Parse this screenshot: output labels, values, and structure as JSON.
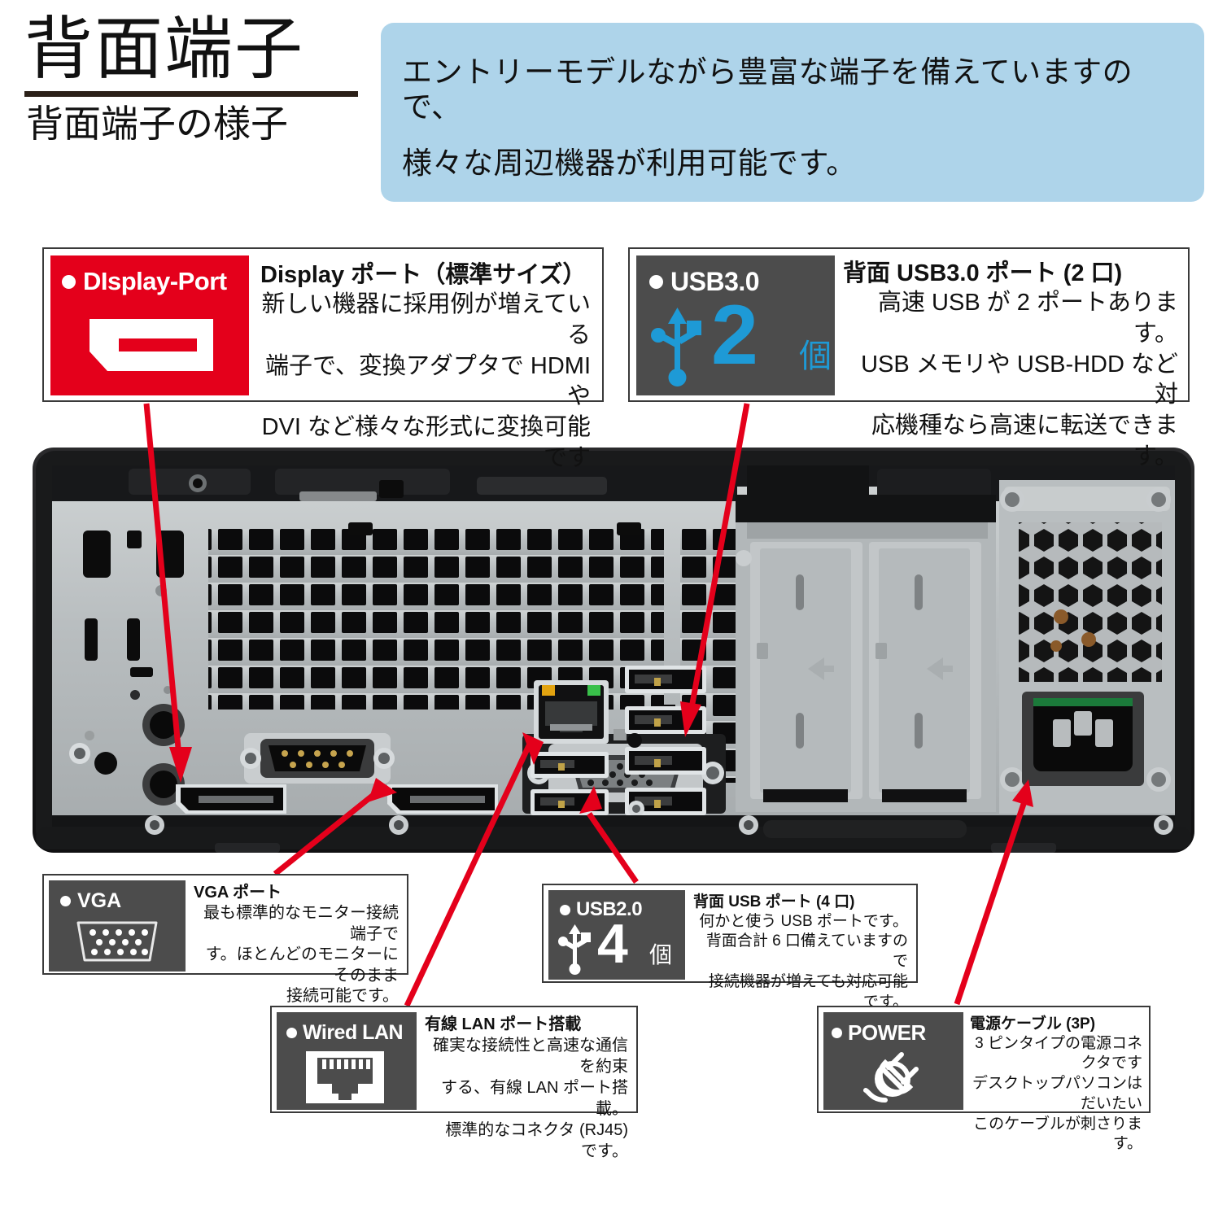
{
  "header": {
    "main_title": "背面端子",
    "sub_title": "背面端子の様子",
    "intro_line1": "エントリーモデルながら豊富な端子を備えていますので、",
    "intro_line2": "様々な周辺機器が利用可能です。",
    "intro_bg": "#aed4ea"
  },
  "callouts": {
    "displayport": {
      "badge_label": "DIsplay-Port",
      "badge_color": "#e4001b",
      "icon": "displayport-icon",
      "heading": "Display ポート（標準サイズ）",
      "lines": [
        "新しい機器に採用例が増えている",
        "端子で、変換アダプタで HDMI や",
        "DVI など様々な形式に変換可能です"
      ]
    },
    "usb3": {
      "badge_label": "USB3.0",
      "badge_color": "#4c4c4c",
      "accent_color": "#1e9ad6",
      "icon": "usb-trident-icon",
      "count": "2",
      "count_unit": "個",
      "heading": "背面 USB3.0 ポート (2 口)",
      "lines": [
        "高速 USB が 2 ポートあります。",
        "USB メモリや USB-HDD など対",
        "応機種なら高速に転送できます。"
      ]
    },
    "vga": {
      "badge_label": "VGA",
      "badge_color": "#4c4c4c",
      "icon": "dsub-vga-icon",
      "heading": "VGA ポート",
      "lines": [
        "最も標準的なモニター接続端子で",
        "す。ほとんどのモニターにそのまま",
        "接続可能です。"
      ]
    },
    "usb2": {
      "badge_label": "USB2.0",
      "badge_color": "#4c4c4c",
      "icon": "usb-trident-icon",
      "count": "4",
      "count_unit": "個",
      "heading": "背面 USB ポート (4 口)",
      "lines": [
        "何かと使う USB ポートです。",
        "背面合計 6 口備えていますので",
        "接続機器が増えても対応可能です。"
      ]
    },
    "lan": {
      "badge_label": "Wired LAN",
      "badge_color": "#4c4c4c",
      "icon": "rj45-icon",
      "heading": "有線 LAN ポート搭載",
      "lines": [
        "確実な接続性と高速な通信を約束",
        "する、有線 LAN ポート搭載。",
        "標準的なコネクタ (RJ45) です。"
      ]
    },
    "power": {
      "badge_label": "POWER",
      "badge_color": "#4c4c4c",
      "icon": "power-plug-icon",
      "heading": "電源ケーブル (3P)",
      "lines": [
        "3 ピンタイプの電源コネクタです",
        "デスクトップパソコンはだいたい",
        "このケーブルが刺さります。"
      ]
    }
  },
  "photo": {
    "alt": "デスクトップPC背面パネル写真",
    "arrow_color": "#e4001b"
  }
}
